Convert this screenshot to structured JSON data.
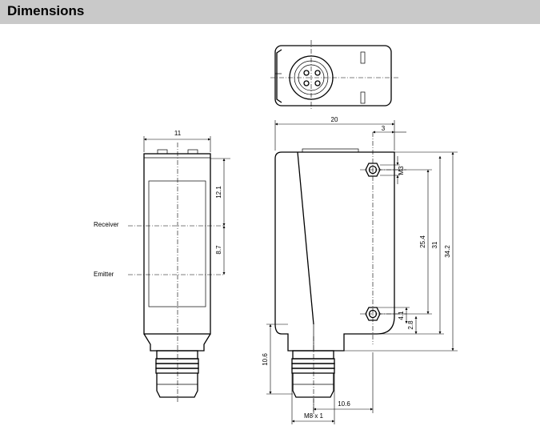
{
  "header": {
    "title": "Dimensions"
  },
  "labels": {
    "receiver": "Receiver",
    "emitter": "Emitter"
  },
  "dimensions": {
    "front_width": "11",
    "side_width": "20",
    "hole_offset": "3",
    "thread_hole": "M3",
    "dim_12_1": "12.1",
    "dim_8_7": "8.7",
    "dim_25_4": "25.4",
    "dim_31": "31",
    "dim_34_2": "34.2",
    "dim_4_1": "4.1",
    "dim_2_8": "2.8",
    "dim_10_6_v": "10.6",
    "dim_10_6_h": "10.6",
    "connector_thread": "M8 x 1"
  }
}
